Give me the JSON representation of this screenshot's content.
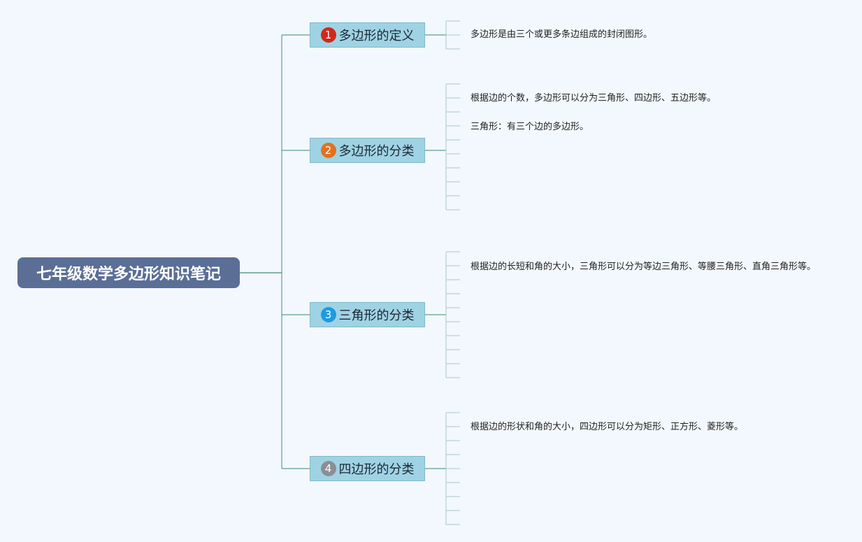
{
  "root": {
    "title": "七年级数学多边形知识笔记"
  },
  "branches": [
    {
      "number": "1",
      "label": "多边形的定义",
      "badge_color": "#d0281c",
      "notes": [
        "多边形是由三个或更多条边组成的封闭图形。"
      ]
    },
    {
      "number": "2",
      "label": "多边形的分类",
      "badge_color": "#e27120",
      "notes": [
        "根据边的个数，多边形可以分为三角形、四边形、五边形等。",
        "三角形：有三个边的多边形。"
      ]
    },
    {
      "number": "3",
      "label": "三角形的分类",
      "badge_color": "#1e9be0",
      "notes": [
        "根据边的长短和角的大小，三角形可以分为等边三角形、等腰三角形、直角三角形等。"
      ]
    },
    {
      "number": "4",
      "label": "四边形的分类",
      "badge_color": "#8a8f94",
      "notes": [
        "根据边的形状和角的大小，四边形可以分为矩形、正方形、菱形等。"
      ]
    }
  ],
  "colors": {
    "connector": "#5f9e8a",
    "leaf": "#aac9bd",
    "background": "#f3f8fe"
  }
}
